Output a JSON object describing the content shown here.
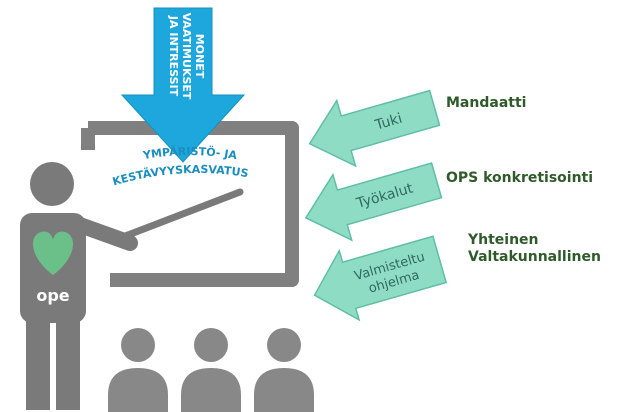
{
  "top_arrow": {
    "lines": [
      "MONET",
      "VAATIMUKSET",
      "JA INTRESSIT"
    ],
    "color": "#1da7dc"
  },
  "board": {
    "curved_text": [
      "YMPÄRISTÖ- JA",
      "KESTÄVYYSKASVATUS"
    ],
    "frame_color": "#808080",
    "text_color": "#1a8fbf"
  },
  "teacher": {
    "label": "ope",
    "heart_color": "#6bc08a",
    "body_color": "#7a7a7a"
  },
  "side_arrows": [
    {
      "arrow_text": [
        "Tuki"
      ],
      "title": "Mandaatti"
    },
    {
      "arrow_text": [
        "Työkalut"
      ],
      "title": "OPS konkretisointi"
    },
    {
      "arrow_text": [
        "Valmisteltu",
        "ohjelma"
      ],
      "title": "Yhteinen\nValtakunnallinen"
    }
  ],
  "colors": {
    "arrow_fill": "#8fdcc4",
    "arrow_stroke": "#5fbfa4",
    "title_green": "#2f5a2a",
    "audience": "#888888"
  }
}
